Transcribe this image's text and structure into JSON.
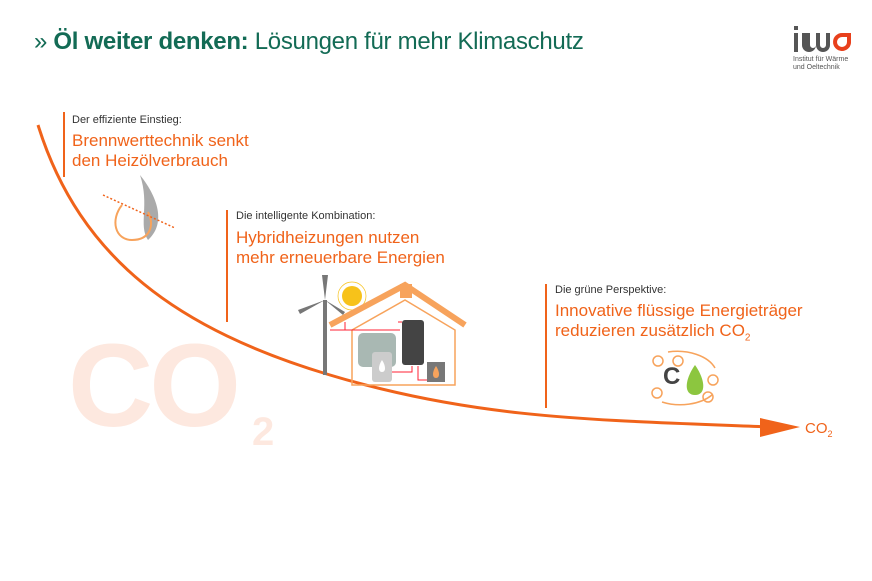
{
  "title": {
    "prefix": "» ",
    "bold": "Öl weiter denken:",
    "rest": " Lösungen für mehr Klimaschutz"
  },
  "logo": {
    "mark": "iwo",
    "line1": "Institut für Wärme",
    "line2": "und Oeltechnik"
  },
  "watermark": {
    "main": "CO",
    "sub": "2"
  },
  "steps": [
    {
      "label": "Der effiziente Einstieg:",
      "line1": "Brennwerttechnik senkt",
      "line2": "den Heizölverbrauch"
    },
    {
      "label": "Die intelligente Kombination:",
      "line1": "Hybridheizungen nutzen",
      "line2": "mehr erneuerbare Energien"
    },
    {
      "label": "Die grüne Perspektive:",
      "line1": "Innovative flüssige Energieträger",
      "line2": "reduzieren zusätzlich CO",
      "line2_sub": "2"
    }
  ],
  "arrow_end": {
    "main": "CO",
    "sub": "2"
  },
  "molecule": {
    "atom": "C"
  },
  "colors": {
    "orange": "#f0631a",
    "green": "#136b55",
    "light_orange": "#f7a35c",
    "lime": "#8cc63f"
  }
}
